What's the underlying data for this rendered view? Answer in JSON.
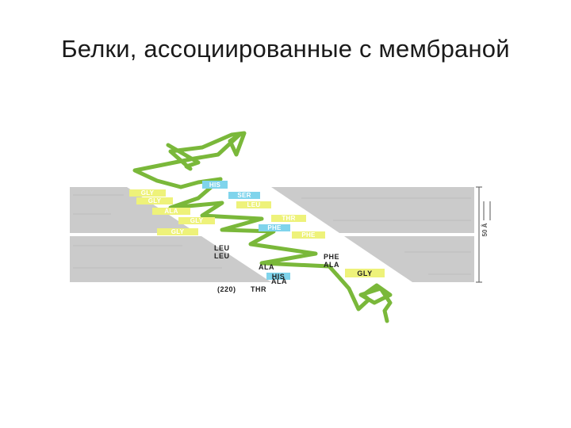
{
  "slide": {
    "title": "Белки, ассоциированные с мембраной"
  },
  "figure": {
    "residues": {
      "his_top": "HIS",
      "gly_1": "GLY",
      "ser_1": "SER",
      "gly_2": "GLY",
      "leu_1": "LEU",
      "ala_1": "ALA",
      "thr_1": "THR",
      "gly_3": "GLY",
      "gly_4": "GLY",
      "phe_1": "PHE",
      "leu_a": "LEU",
      "leu_b": "LEU",
      "phe_2": "PHE",
      "ala_2": "ALA",
      "ala_3": "ALA",
      "gly_right": "GLY",
      "his_bottom": "HIS",
      "ala_4": "ALA",
      "end_number": "(220)",
      "thr_end": "THR"
    },
    "scale_label": "50 Å",
    "colors": {
      "membrane": "#c9c9c9",
      "helix": "#7ab83a",
      "label_yellow": "#eef27a",
      "label_cyan": "#7fd4ec"
    }
  }
}
